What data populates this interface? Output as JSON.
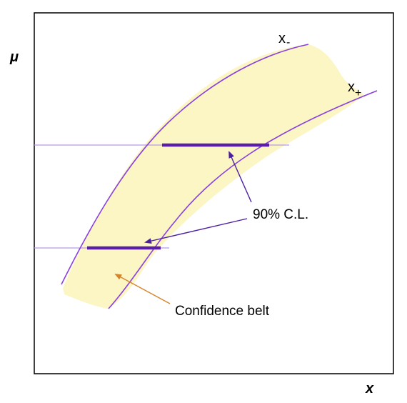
{
  "axes": {
    "y_label": "μ",
    "x_label": "x"
  },
  "curves": {
    "minus": {
      "base": "x",
      "sub": "-"
    },
    "plus": {
      "base": "x",
      "sub": "+"
    }
  },
  "annotations": {
    "cl": "90% C.L.",
    "belt": "Confidence belt"
  },
  "colors": {
    "belt_fill": "#fbf6c3",
    "curve": "#8a3fe0",
    "interval": "#5a1ea8",
    "horizontal": "#b89ae6",
    "cl_arrow": "#4b1fa0",
    "belt_arrow": "#d6842a",
    "frame": "#000000"
  }
}
